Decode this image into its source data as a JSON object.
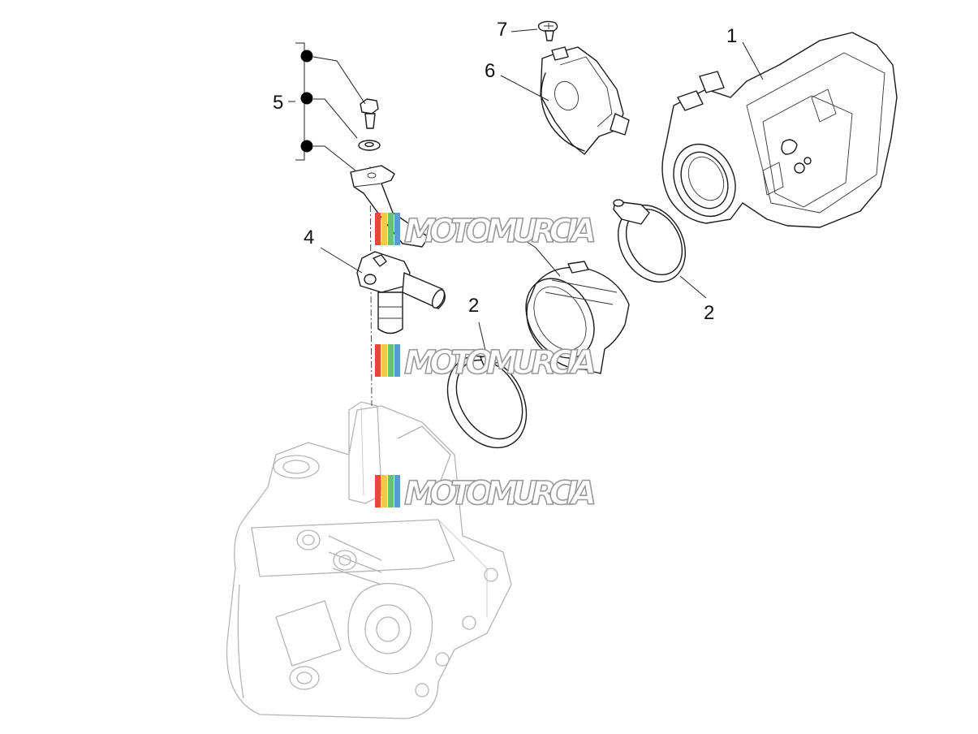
{
  "callouts": {
    "c1": "1",
    "c2a": "2",
    "c2b": "2",
    "c4": "4",
    "c5": "5",
    "c6": "6",
    "c7": "7"
  },
  "watermark": {
    "text": "MOTOMURCIA",
    "stripe_colors": [
      "#e04a3f",
      "#f2c94c",
      "#6fbf73",
      "#5b9bd5"
    ]
  },
  "colors": {
    "line": "#1a1a1a",
    "ghost": "#b5b5b5",
    "background": "#ffffff"
  }
}
